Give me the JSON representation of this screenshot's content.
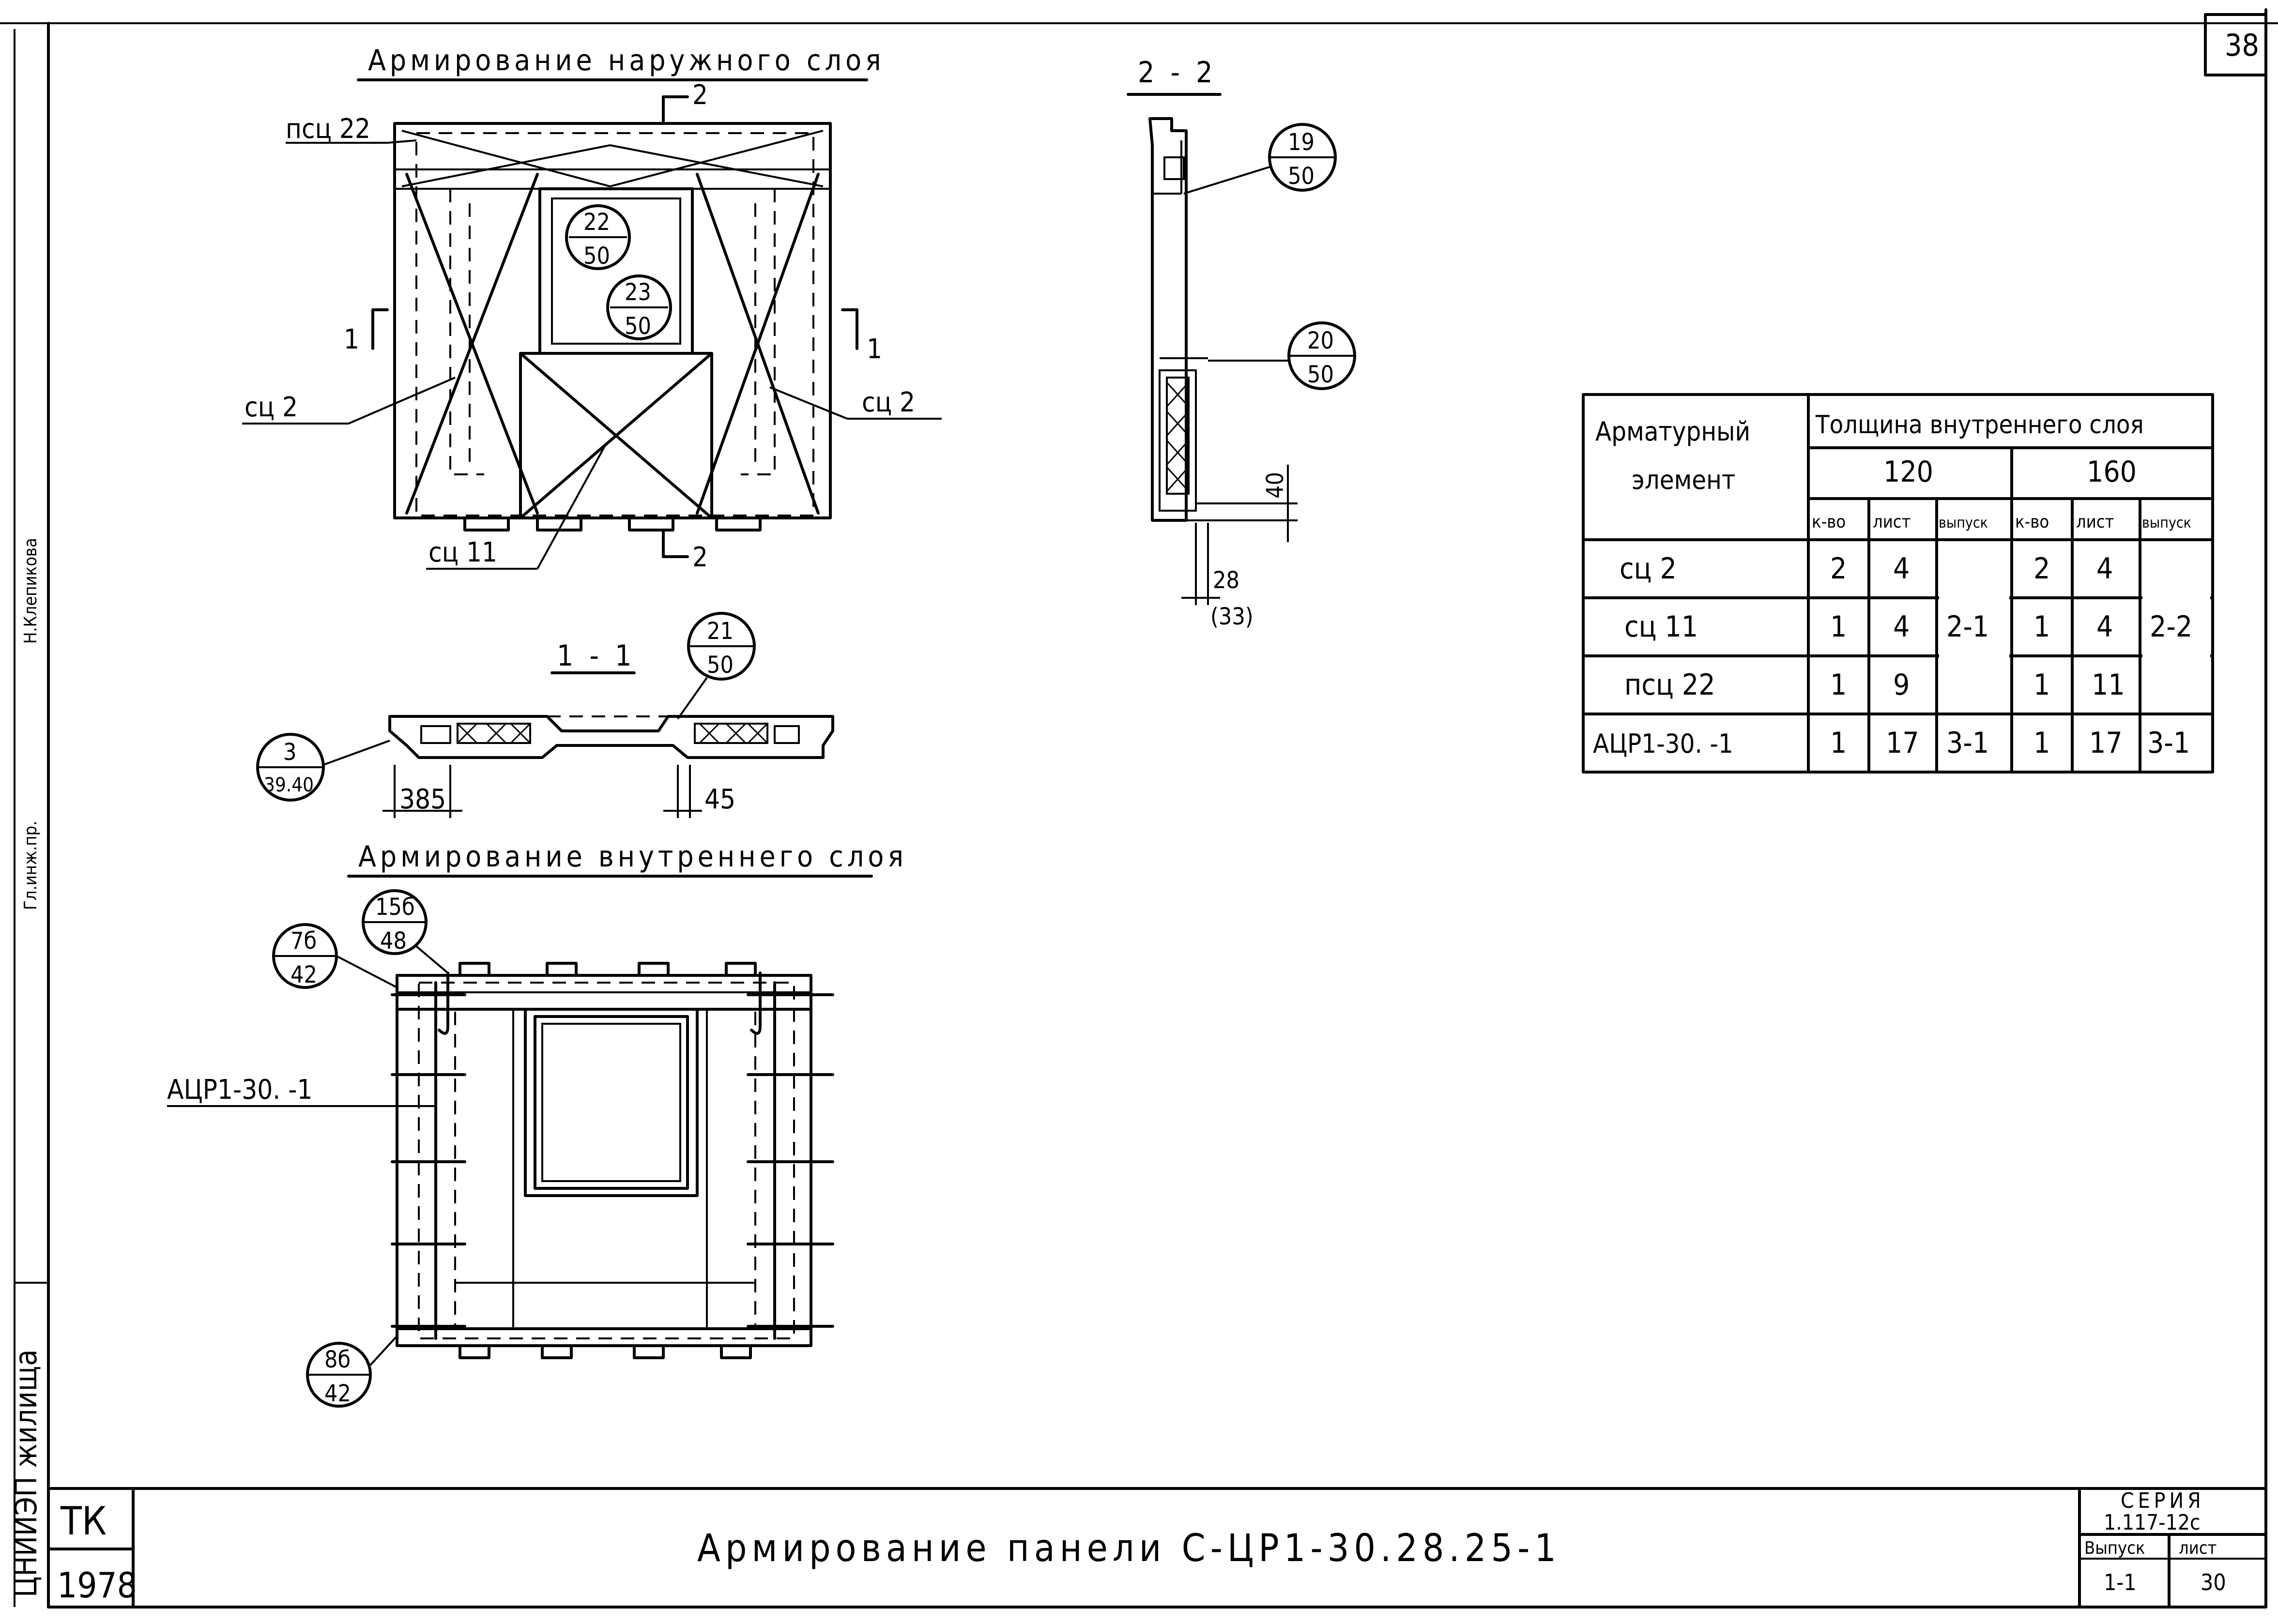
{
  "sheet": {
    "sheet_corner_number": "38",
    "title": "Армирование панели С-ЦР1-30.28.25-1",
    "org": "ТК",
    "year": "1978",
    "series_label": "СЕРИЯ",
    "series_value": "1.117-12с",
    "issue_label": "Выпуск",
    "issue_value": "1-1",
    "list_label": "лист",
    "list_value": "30",
    "side_stamp": "ЦНИИЭП жилища",
    "side_roles": "Гл.инж.пр.",
    "side_name": "Н.Клепикова"
  },
  "views": {
    "outer_title": "Армирование наружного слоя",
    "inner_title": "Армирование внутреннего слоя",
    "section11_title": "1 - 1",
    "section22_title": "2 - 2",
    "cut_2": "2",
    "cut_1": "1"
  },
  "labels": {
    "psc22": "псц 22",
    "sc2_left": "сц 2",
    "sc2_right": "сц 2",
    "sc11": "сц 11",
    "acr": "АЦР1-30.   -1"
  },
  "callouts": {
    "c22": {
      "top": "22",
      "bottom": "50"
    },
    "c23": {
      "top": "23",
      "bottom": "50"
    },
    "c19": {
      "top": "19",
      "bottom": "50"
    },
    "c20": {
      "top": "20",
      "bottom": "50"
    },
    "c21": {
      "top": "21",
      "bottom": "50"
    },
    "c3": {
      "top": "3",
      "bottom": "39.40"
    },
    "c15": {
      "top": "15б",
      "bottom": "48"
    },
    "c7": {
      "top": "7б",
      "bottom": "42"
    },
    "c8": {
      "top": "8б",
      "bottom": "42"
    }
  },
  "dims": {
    "d385": "385",
    "d45": "45",
    "d40": "40",
    "d28": "28",
    "d33": "(33)"
  },
  "table": {
    "header_element": [
      "Арматурный",
      "элемент"
    ],
    "header_group": "Толщина внутреннего слоя",
    "thickness": [
      "120",
      "160"
    ],
    "subheaders": [
      "к-во",
      "лист",
      "выпуск",
      "к-во",
      "лист",
      "выпуск"
    ],
    "rows": [
      {
        "name": "сц 2",
        "q1": "2",
        "l1": "4",
        "q2": "2",
        "l2": "4"
      },
      {
        "name": "сц 11",
        "q1": "1",
        "l1": "4",
        "q2": "1",
        "l2": "4"
      },
      {
        "name": "псц 22",
        "q1": "1",
        "l1": "9",
        "q2": "1",
        "l2": "11"
      },
      {
        "name": "АЦР1-30.  -1",
        "q1": "1",
        "l1": "17",
        "q2": "1",
        "l2": "17"
      }
    ],
    "issue_120_merged": "2-1",
    "issue_160_merged": "2-2",
    "issue_120_last": "3-1",
    "issue_160_last": "3-1"
  }
}
